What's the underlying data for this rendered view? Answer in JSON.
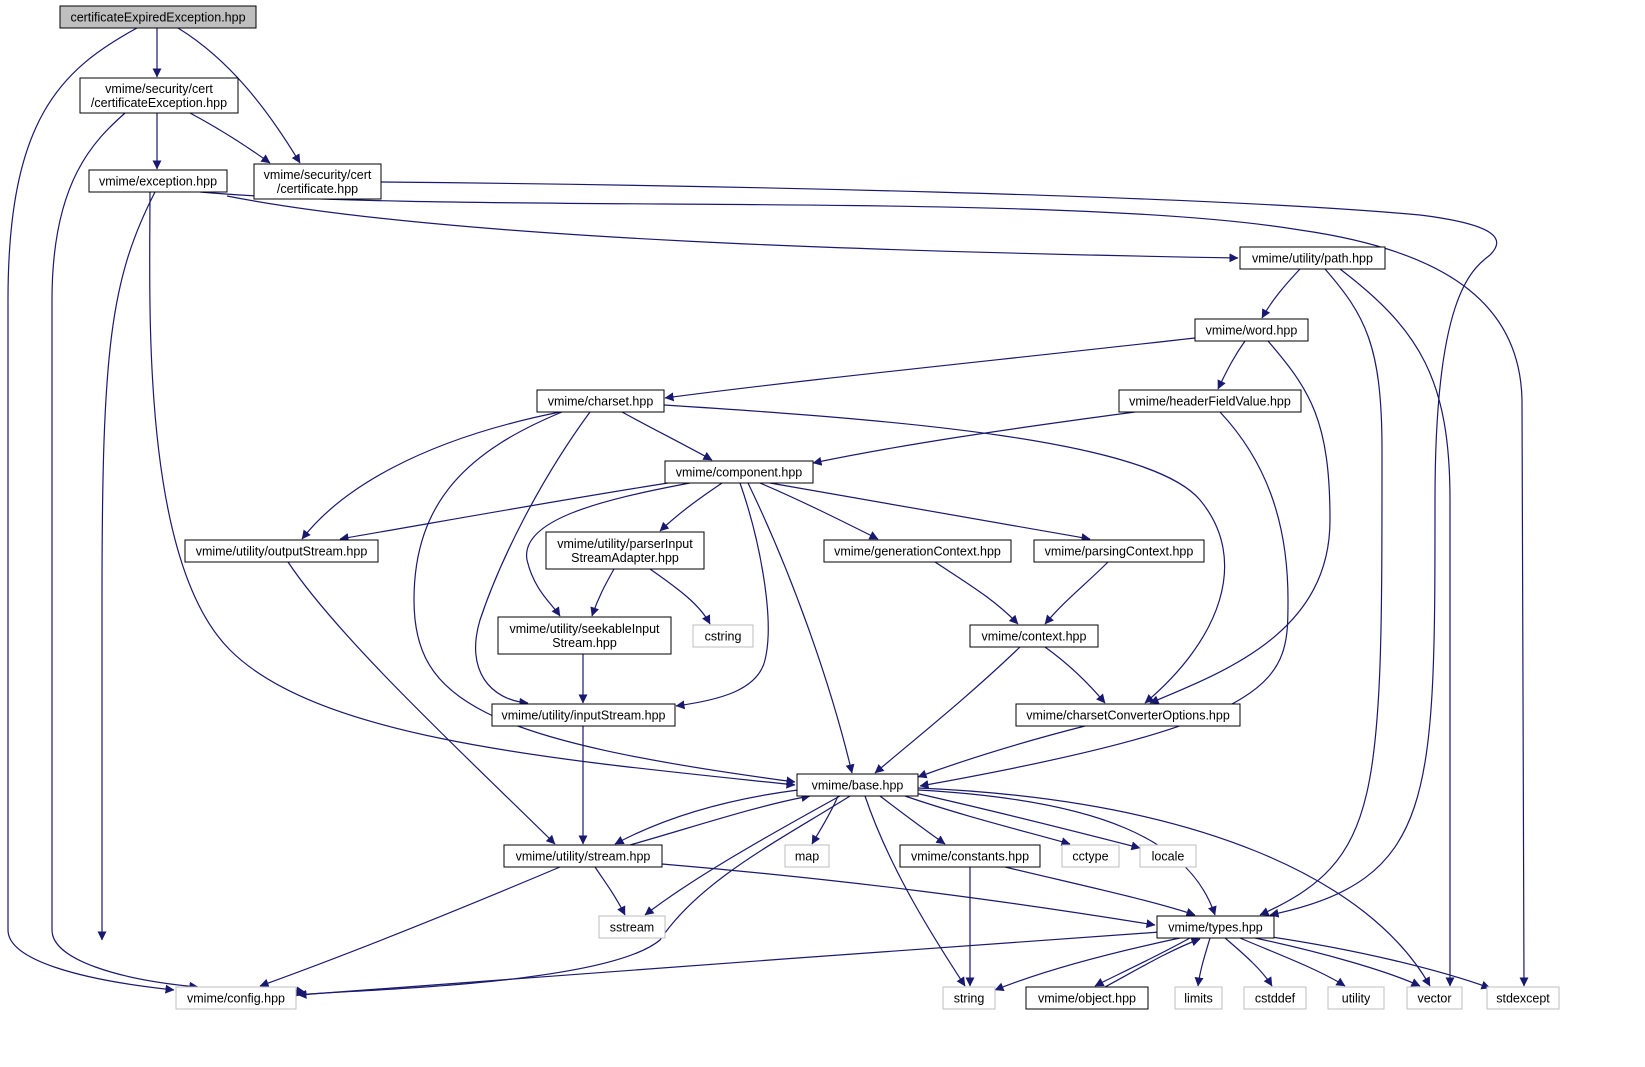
{
  "graph": {
    "colors": {
      "edge": "#191970",
      "root_fill": "#bfbfbf",
      "node_border": "#000000",
      "external_border": "#bfbfbf",
      "external_text": "#000000"
    },
    "nodes": [
      {
        "id": "root",
        "lines": [
          "certificateExpiredException.hpp"
        ],
        "kind": "root"
      },
      {
        "id": "certex",
        "lines": [
          "vmime/security/cert",
          "/certificateException.hpp"
        ],
        "kind": "local"
      },
      {
        "id": "cert",
        "lines": [
          "vmime/security/cert",
          "/certificate.hpp"
        ],
        "kind": "local"
      },
      {
        "id": "exception",
        "lines": [
          "vmime/exception.hpp"
        ],
        "kind": "local"
      },
      {
        "id": "path",
        "lines": [
          "vmime/utility/path.hpp"
        ],
        "kind": "local"
      },
      {
        "id": "word",
        "lines": [
          "vmime/word.hpp"
        ],
        "kind": "local"
      },
      {
        "id": "charset",
        "lines": [
          "vmime/charset.hpp"
        ],
        "kind": "local"
      },
      {
        "id": "hfv",
        "lines": [
          "vmime/headerFieldValue.hpp"
        ],
        "kind": "local"
      },
      {
        "id": "component",
        "lines": [
          "vmime/component.hpp"
        ],
        "kind": "local"
      },
      {
        "id": "outstream",
        "lines": [
          "vmime/utility/outputStream.hpp"
        ],
        "kind": "local"
      },
      {
        "id": "pisa",
        "lines": [
          "vmime/utility/parserInput",
          "StreamAdapter.hpp"
        ],
        "kind": "local"
      },
      {
        "id": "genctx",
        "lines": [
          "vmime/generationContext.hpp"
        ],
        "kind": "local"
      },
      {
        "id": "parsectx",
        "lines": [
          "vmime/parsingContext.hpp"
        ],
        "kind": "local"
      },
      {
        "id": "seekable",
        "lines": [
          "vmime/utility/seekableInput",
          "Stream.hpp"
        ],
        "kind": "local"
      },
      {
        "id": "cstring",
        "lines": [
          "cstring"
        ],
        "kind": "external"
      },
      {
        "id": "context",
        "lines": [
          "vmime/context.hpp"
        ],
        "kind": "local"
      },
      {
        "id": "instream",
        "lines": [
          "vmime/utility/inputStream.hpp"
        ],
        "kind": "local"
      },
      {
        "id": "cco",
        "lines": [
          "vmime/charsetConverterOptions.hpp"
        ],
        "kind": "local"
      },
      {
        "id": "base",
        "lines": [
          "vmime/base.hpp"
        ],
        "kind": "local"
      },
      {
        "id": "stream",
        "lines": [
          "vmime/utility/stream.hpp"
        ],
        "kind": "local"
      },
      {
        "id": "map",
        "lines": [
          "map"
        ],
        "kind": "external"
      },
      {
        "id": "constants",
        "lines": [
          "vmime/constants.hpp"
        ],
        "kind": "local"
      },
      {
        "id": "cctype",
        "lines": [
          "cctype"
        ],
        "kind": "external"
      },
      {
        "id": "locale",
        "lines": [
          "locale"
        ],
        "kind": "external"
      },
      {
        "id": "sstream",
        "lines": [
          "sstream"
        ],
        "kind": "external"
      },
      {
        "id": "types",
        "lines": [
          "vmime/types.hpp"
        ],
        "kind": "local"
      },
      {
        "id": "config",
        "lines": [
          "vmime/config.hpp"
        ],
        "kind": "external"
      },
      {
        "id": "string",
        "lines": [
          "string"
        ],
        "kind": "external"
      },
      {
        "id": "object",
        "lines": [
          "vmime/object.hpp"
        ],
        "kind": "local"
      },
      {
        "id": "limits",
        "lines": [
          "limits"
        ],
        "kind": "external"
      },
      {
        "id": "cstddef",
        "lines": [
          "cstddef"
        ],
        "kind": "external"
      },
      {
        "id": "utility",
        "lines": [
          "utility"
        ],
        "kind": "external"
      },
      {
        "id": "vector",
        "lines": [
          "vector"
        ],
        "kind": "external"
      },
      {
        "id": "stdexcept",
        "lines": [
          "stdexcept"
        ],
        "kind": "external"
      }
    ],
    "edges": [
      {
        "from": "root",
        "to": "certex"
      },
      {
        "from": "root",
        "to": "cert"
      },
      {
        "from": "root",
        "to": "config"
      },
      {
        "from": "certex",
        "to": "exception"
      },
      {
        "from": "certex",
        "to": "cert"
      },
      {
        "from": "certex",
        "to": "config"
      },
      {
        "from": "cert",
        "to": "types"
      },
      {
        "from": "exception",
        "to": "path"
      },
      {
        "from": "exception",
        "to": "base"
      },
      {
        "from": "exception",
        "to": "config"
      },
      {
        "from": "exception",
        "to": "stdexcept"
      },
      {
        "from": "path",
        "to": "word"
      },
      {
        "from": "path",
        "to": "types"
      },
      {
        "from": "path",
        "to": "vector"
      },
      {
        "from": "word",
        "to": "charset"
      },
      {
        "from": "word",
        "to": "hfv"
      },
      {
        "from": "word",
        "to": "cco"
      },
      {
        "from": "charset",
        "to": "component"
      },
      {
        "from": "charset",
        "to": "outstream"
      },
      {
        "from": "charset",
        "to": "instream"
      },
      {
        "from": "charset",
        "to": "base"
      },
      {
        "from": "charset",
        "to": "cco"
      },
      {
        "from": "hfv",
        "to": "component"
      },
      {
        "from": "hfv",
        "to": "base"
      },
      {
        "from": "component",
        "to": "outstream"
      },
      {
        "from": "component",
        "to": "pisa"
      },
      {
        "from": "component",
        "to": "seekable"
      },
      {
        "from": "component",
        "to": "instream"
      },
      {
        "from": "component",
        "to": "genctx"
      },
      {
        "from": "component",
        "to": "parsectx"
      },
      {
        "from": "component",
        "to": "base"
      },
      {
        "from": "outstream",
        "to": "stream"
      },
      {
        "from": "pisa",
        "to": "seekable"
      },
      {
        "from": "pisa",
        "to": "cstring"
      },
      {
        "from": "genctx",
        "to": "context"
      },
      {
        "from": "parsectx",
        "to": "context"
      },
      {
        "from": "seekable",
        "to": "instream"
      },
      {
        "from": "context",
        "to": "cco"
      },
      {
        "from": "context",
        "to": "base"
      },
      {
        "from": "instream",
        "to": "stream"
      },
      {
        "from": "cco",
        "to": "base"
      },
      {
        "from": "base",
        "to": "stream"
      },
      {
        "from": "stream",
        "to": "base"
      },
      {
        "from": "base",
        "to": "map"
      },
      {
        "from": "base",
        "to": "constants"
      },
      {
        "from": "base",
        "to": "cctype"
      },
      {
        "from": "base",
        "to": "locale"
      },
      {
        "from": "base",
        "to": "sstream"
      },
      {
        "from": "base",
        "to": "types"
      },
      {
        "from": "base",
        "to": "config"
      },
      {
        "from": "base",
        "to": "string"
      },
      {
        "from": "base",
        "to": "vector"
      },
      {
        "from": "stream",
        "to": "sstream"
      },
      {
        "from": "stream",
        "to": "types"
      },
      {
        "from": "stream",
        "to": "config"
      },
      {
        "from": "constants",
        "to": "string"
      },
      {
        "from": "constants",
        "to": "types"
      },
      {
        "from": "types",
        "to": "config"
      },
      {
        "from": "types",
        "to": "string"
      },
      {
        "from": "types",
        "to": "object"
      },
      {
        "from": "object",
        "to": "types"
      },
      {
        "from": "types",
        "to": "limits"
      },
      {
        "from": "types",
        "to": "cstddef"
      },
      {
        "from": "types",
        "to": "utility"
      },
      {
        "from": "types",
        "to": "vector"
      },
      {
        "from": "types",
        "to": "stdexcept"
      }
    ]
  }
}
